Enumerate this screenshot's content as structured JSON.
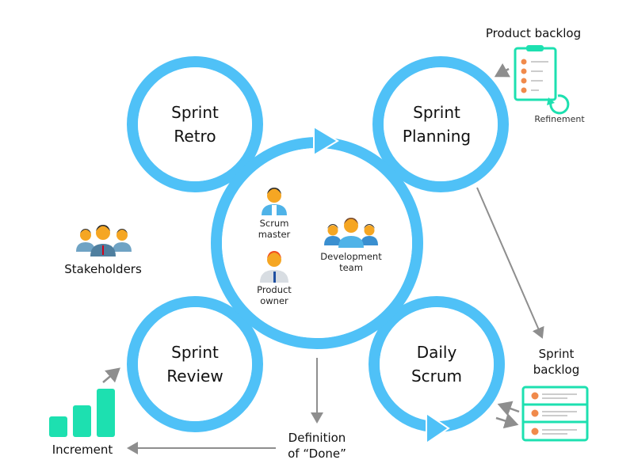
{
  "colors": {
    "ring_blue": "#4fc1f7",
    "arrow_gray": "#8e8e8e",
    "accent_green": "#1de0b0",
    "dot_orange": "#f08a4b",
    "text": "#111111"
  },
  "events": {
    "sprint_retro": "Sprint\nRetro",
    "sprint_planning": "Sprint\nPlanning",
    "sprint_review": "Sprint\nReview",
    "daily_scrum": "Daily\nScrum"
  },
  "roles": {
    "scrum_master": "Scrum\nmaster",
    "product_owner": "Product\nowner",
    "development_team": "Development\nteam"
  },
  "artifacts": {
    "product_backlog": "Product backlog",
    "refinement": "Refinement",
    "sprint_backlog": "Sprint\nbacklog",
    "increment": "Increment",
    "definition_of_done": "Definition\nof “Done”"
  },
  "stakeholders": "Stakeholders",
  "icons": {
    "product_backlog": "clipboard-list-icon",
    "refinement": "refresh-cycle-icon",
    "sprint_backlog": "stacked-list-icon",
    "increment": "bar-growth-icon",
    "stakeholders": "people-group-icon",
    "scrum_master": "person-icon",
    "product_owner": "person-tie-icon",
    "development_team": "team-icon"
  }
}
